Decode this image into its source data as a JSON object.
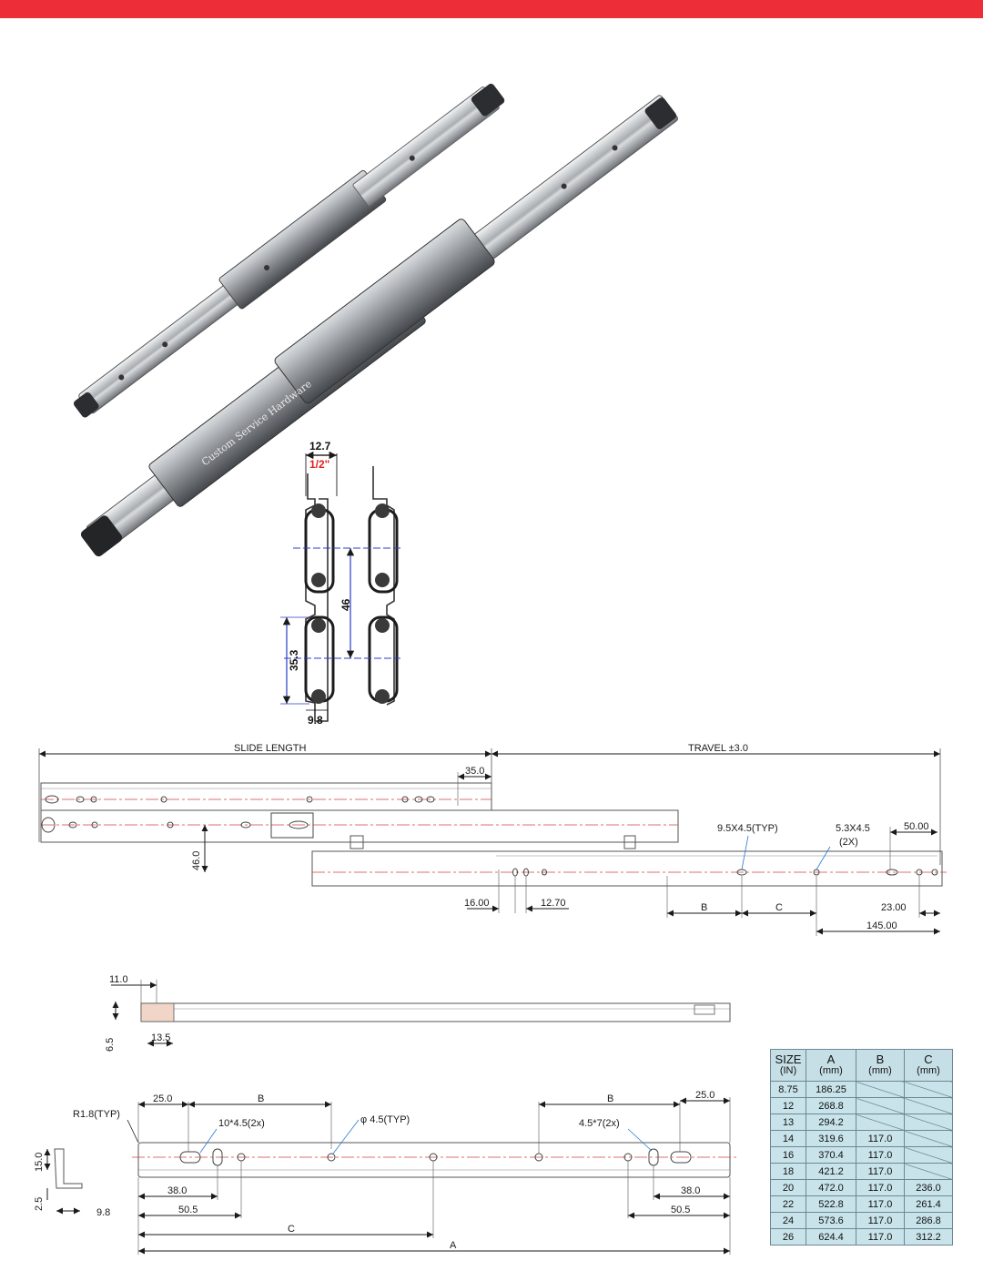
{
  "header": {
    "accent_color": "#ed2e38"
  },
  "photo": {
    "watermark": "Custom Service Hardware"
  },
  "cross_section": {
    "width": "12.7",
    "width_inch": "1/2\"",
    "height": "46",
    "ball_pitch": "35.3",
    "thickness": "9.8"
  },
  "side_view": {
    "slide_length": "SLIDE LENGTH",
    "travel": "TRAVEL ±3.0",
    "d35": "35.0",
    "hole_typ": "9.5X4.5(TYP)",
    "hole_small": "5.3X4.5",
    "hole_small_qty": "(2X)",
    "d50": "50.00",
    "d46": "46.0",
    "d16": "16.00",
    "d1270": "12.70",
    "b": "B",
    "c": "C",
    "d23": "23.00",
    "d145": "145.00"
  },
  "top_view": {
    "d11": "11.0",
    "d65": "6.5",
    "d135": "13.5"
  },
  "bottom_view": {
    "radius": "R1.8(TYP)",
    "d25_left": "25.0",
    "b_left": "B",
    "slot_left": "10*4.5(2x)",
    "hole_typ": "φ 4.5(TYP)",
    "b_right": "B",
    "d25_right": "25.0",
    "slot_right": "4.5*7(2x)",
    "d15": "15.0",
    "d25": "2.5",
    "d98": "9.8",
    "d38_left": "38.0",
    "d505_left": "50.5",
    "c": "C",
    "d38_right": "38.0",
    "d505_right": "50.5",
    "a": "A"
  },
  "table": {
    "headers": [
      {
        "big": "SIZE",
        "small": "(IN)"
      },
      {
        "big": "A",
        "small": "(mm)"
      },
      {
        "big": "B",
        "small": "(mm)"
      },
      {
        "big": "C",
        "small": "(mm)"
      }
    ],
    "rows": [
      [
        "8.75",
        "186.25",
        "",
        ""
      ],
      [
        "12",
        "268.8",
        "",
        ""
      ],
      [
        "13",
        "294.2",
        "",
        ""
      ],
      [
        "14",
        "319.6",
        "117.0",
        ""
      ],
      [
        "16",
        "370.4",
        "117.0",
        ""
      ],
      [
        "18",
        "421.2",
        "117.0",
        ""
      ],
      [
        "20",
        "472.0",
        "117.0",
        "236.0"
      ],
      [
        "22",
        "522.8",
        "117.0",
        "261.4"
      ],
      [
        "24",
        "573.6",
        "117.0",
        "286.8"
      ],
      [
        "26",
        "624.4",
        "117.0",
        "312.2"
      ]
    ]
  }
}
